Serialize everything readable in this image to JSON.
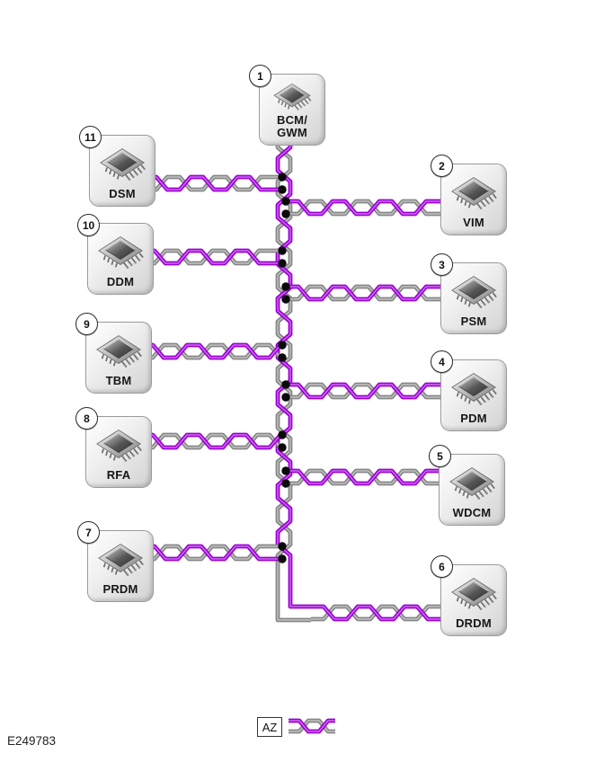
{
  "figure": {
    "code": "E249783"
  },
  "legend": {
    "label": "AZ"
  },
  "colors": {
    "wire_purple": "#9b00d3",
    "wire_purple_light": "#cf6af2",
    "wire_gray": "#868686",
    "wire_gray_light": "#c2c2c2",
    "junction_dot": "#0a0a0a"
  },
  "modules": [
    {
      "id": "bcm-gwm",
      "number": "1",
      "label_lines": [
        "BCM/",
        "GWM"
      ]
    },
    {
      "id": "vim",
      "number": "2",
      "label_lines": [
        "VIM"
      ]
    },
    {
      "id": "psm",
      "number": "3",
      "label_lines": [
        "PSM"
      ]
    },
    {
      "id": "pdm",
      "number": "4",
      "label_lines": [
        "PDM"
      ]
    },
    {
      "id": "wdcm",
      "number": "5",
      "label_lines": [
        "WDCM"
      ]
    },
    {
      "id": "drdm",
      "number": "6",
      "label_lines": [
        "DRDM"
      ]
    },
    {
      "id": "prdm",
      "number": "7",
      "label_lines": [
        "PRDM"
      ]
    },
    {
      "id": "rfa",
      "number": "8",
      "label_lines": [
        "RFA"
      ]
    },
    {
      "id": "tbm",
      "number": "9",
      "label_lines": [
        "TBM"
      ]
    },
    {
      "id": "ddm",
      "number": "10",
      "label_lines": [
        "DDM"
      ]
    },
    {
      "id": "dsm",
      "number": "11",
      "label_lines": [
        "DSM"
      ]
    }
  ]
}
